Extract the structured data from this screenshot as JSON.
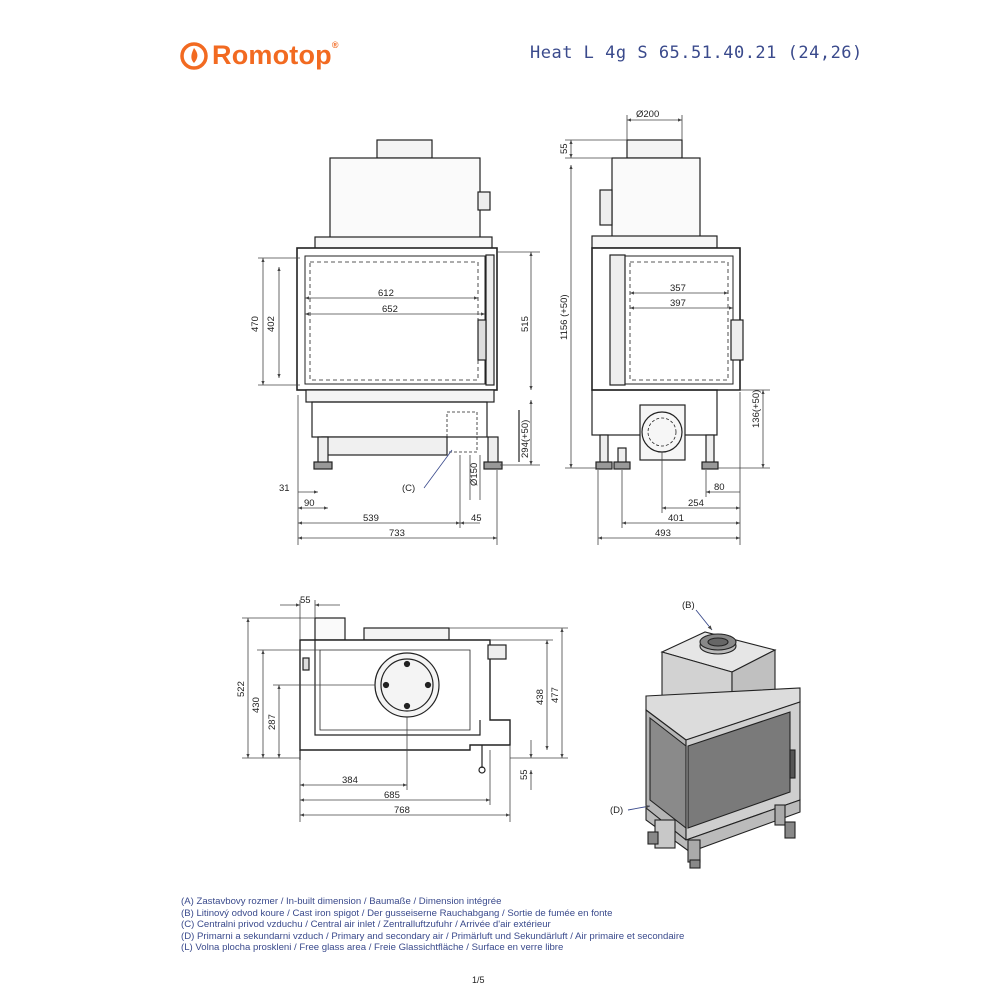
{
  "header": {
    "brand": "Romotop",
    "brand_reg": "®",
    "model": "Heat L 4g S 65.51.40.21 (24,26)",
    "brand_color": "#f26a21",
    "model_color": "#3a4a8c"
  },
  "front_view": {
    "dim_612": "612",
    "dim_652": "652",
    "dim_470": "470",
    "dim_402": "402",
    "dim_515": "515",
    "dim_294": "294(+50)",
    "dim_150": "Ø150",
    "label_c": "(C)",
    "dim_31": "31",
    "dim_90": "90",
    "dim_539": "539",
    "dim_45": "45",
    "dim_733": "733"
  },
  "side_view": {
    "dim_200": "Ø200",
    "dim_55": "55",
    "dim_1156": "1156 (+50)",
    "dim_357": "357",
    "dim_397": "397",
    "dim_136": "136(+50)",
    "dim_80": "80",
    "dim_254": "254",
    "dim_401": "401",
    "dim_493": "493"
  },
  "top_view": {
    "dim_55_top": "55",
    "dim_522": "522",
    "dim_430": "430",
    "dim_287": "287",
    "dim_438": "438",
    "dim_477": "477",
    "dim_55_right": "55",
    "dim_384": "384",
    "dim_685": "685",
    "dim_768": "768"
  },
  "iso_view": {
    "label_b": "(B)",
    "label_d": "(D)"
  },
  "legend": [
    "(A)  Zastavbovy rozmer / In-built dimension / Baumaße / Dimension intégrée",
    "(B)  Litinový odvod koure / Cast iron spigot / Der gusseiserne Rauchabgang / Sortie de fumée en fonte",
    "(C)  Centralni privod vzduchu / Central air inlet / Zentralluftzufuhr / Arrivée d'air extérieur",
    "(D)  Primarni a sekundarni vzduch / Primary and secondary air / Primärluft und Sekundärluft / Air primaire et secondaire",
    "(L)  Volna plocha proskleni / Free glass area / Freie Glassichtfläche / Surface en verre libre"
  ],
  "page": "1/5"
}
